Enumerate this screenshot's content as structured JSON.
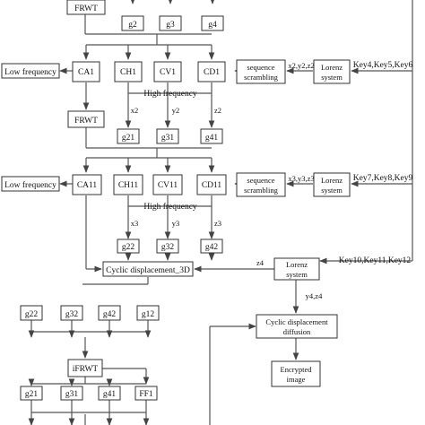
{
  "nodes": {
    "frwt_top": "FRWT",
    "g2_top": "g2",
    "g3_top": "g3",
    "g4_top": "g4",
    "low1": "Low frequency",
    "ca1": "CA1",
    "ch1": "CH1",
    "cv1": "CV1",
    "cd1": "CD1",
    "seq1_l1": "sequence",
    "seq1_l2": "scrambling",
    "x2y2z2": "x2,y2,z2",
    "lor1_l1": "Lorenz",
    "lor1_l2": "system",
    "key1": "Key4,Key5,Key6",
    "hf1": "High frequency",
    "x2": "x2",
    "y2": "y2",
    "z2": "z2",
    "g21_a": "g21",
    "g31": "g31",
    "g41_a": "g41",
    "frwt_mid": "FRWT",
    "low2": "Low frequency",
    "ca11": "CA11",
    "ch11": "CH11",
    "cv11": "CV11",
    "cd11": "CD11",
    "seq2_l1": "sequence",
    "seq2_l2": "scrambling",
    "x3y3z3": "x3,y3,z3",
    "lor2_l1": "Lorenz",
    "lor2_l2": "system",
    "key2": "Key7,Key8,Key9",
    "hf2": "High frequency",
    "x3": "x3",
    "y3": "y3",
    "z3": "z3",
    "g22_a": "g22",
    "g32_a": "g32",
    "g42_a": "g42",
    "cyc3d": "Cyclic displacement_3D",
    "z4": "z4",
    "lor3_l1": "Lorenz",
    "lor3_l2": "system",
    "key3": "Key10,Key11,Key12",
    "y4z4": "y4,z4",
    "g22_b": "g22",
    "g32_b": "g32",
    "g42_b": "g42",
    "g12": "g12",
    "cdd_l1": "Cyclic displacement",
    "cdd_l2": "diffusion",
    "ifrwt": "iFRWT",
    "enc_l1": "Encrypted",
    "enc_l2": "image",
    "g21_b": "g21",
    "g31_b": "g31",
    "g41_b": "g41",
    "ff1": "FF1"
  }
}
